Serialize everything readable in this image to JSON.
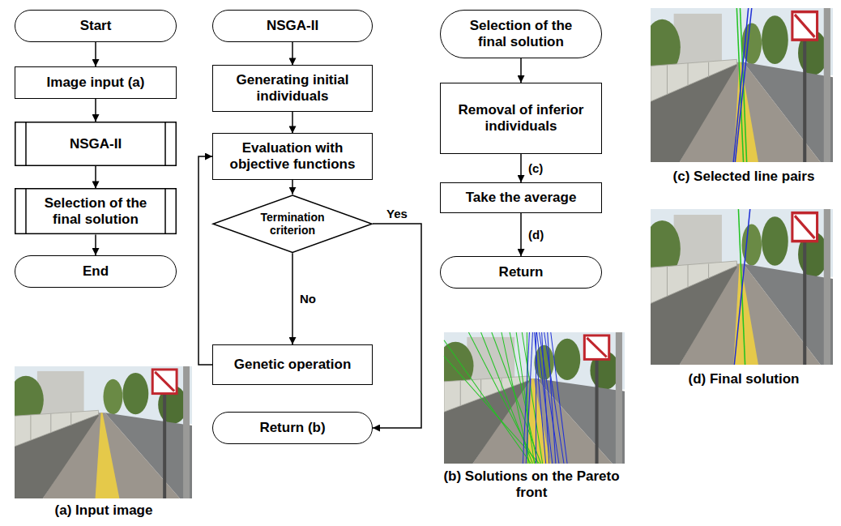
{
  "diagram": {
    "nodes": [
      {
        "text": [
          "Start"
        ]
      },
      {
        "text": [
          "Image input (a)"
        ]
      },
      {
        "text": [
          "NSGA-II"
        ]
      },
      {
        "text": [
          "Selection of the final solution"
        ]
      },
      {
        "text": [
          "End"
        ]
      },
      {
        "text": [
          "NSGA-II"
        ]
      },
      {
        "text": [
          "Generating initial individuals"
        ]
      },
      {
        "text": [
          "Evaluation with objective functions"
        ]
      },
      {
        "text": [
          "Termination criterion"
        ]
      },
      {
        "text": [
          "Genetic operation"
        ]
      },
      {
        "text": [
          "Return (b)"
        ]
      },
      {
        "text": [
          "Selection of the final solution"
        ]
      },
      {
        "text": [
          "Removal of inferior individuals"
        ]
      },
      {
        "text": [
          "Take the average"
        ]
      },
      {
        "text": [
          "Return"
        ]
      }
    ],
    "edges": [
      {
        "from": 0,
        "to": 1,
        "arrow": "to"
      },
      {
        "from": 1,
        "to": 2,
        "arrow": "to"
      },
      {
        "from": 2,
        "to": 3,
        "arrow": "to"
      },
      {
        "from": 3,
        "to": 4,
        "arrow": "to"
      },
      {
        "from": 5,
        "to": 6,
        "arrow": "to"
      },
      {
        "from": 6,
        "to": 7,
        "arrow": "to"
      },
      {
        "from": 7,
        "to": 8,
        "arrow": "to"
      },
      {
        "from": 8,
        "to": 9,
        "label": "No",
        "arrow": "to"
      },
      {
        "from": 9,
        "to": 7,
        "arrow": "to"
      },
      {
        "from": 8,
        "to": 10,
        "label": "Yes",
        "arrow": "to"
      },
      {
        "from": 11,
        "to": 12,
        "arrow": "to"
      },
      {
        "from": 12,
        "to": 13,
        "label": "(c)",
        "arrow": "to"
      },
      {
        "from": 13,
        "to": 14,
        "label": "(d)",
        "arrow": "to"
      }
    ],
    "labels": [
      "(a) Input image",
      "(b) Solutions on the Pareto front",
      "(c) Selected line pairs",
      "(d) Final solution"
    ]
  }
}
